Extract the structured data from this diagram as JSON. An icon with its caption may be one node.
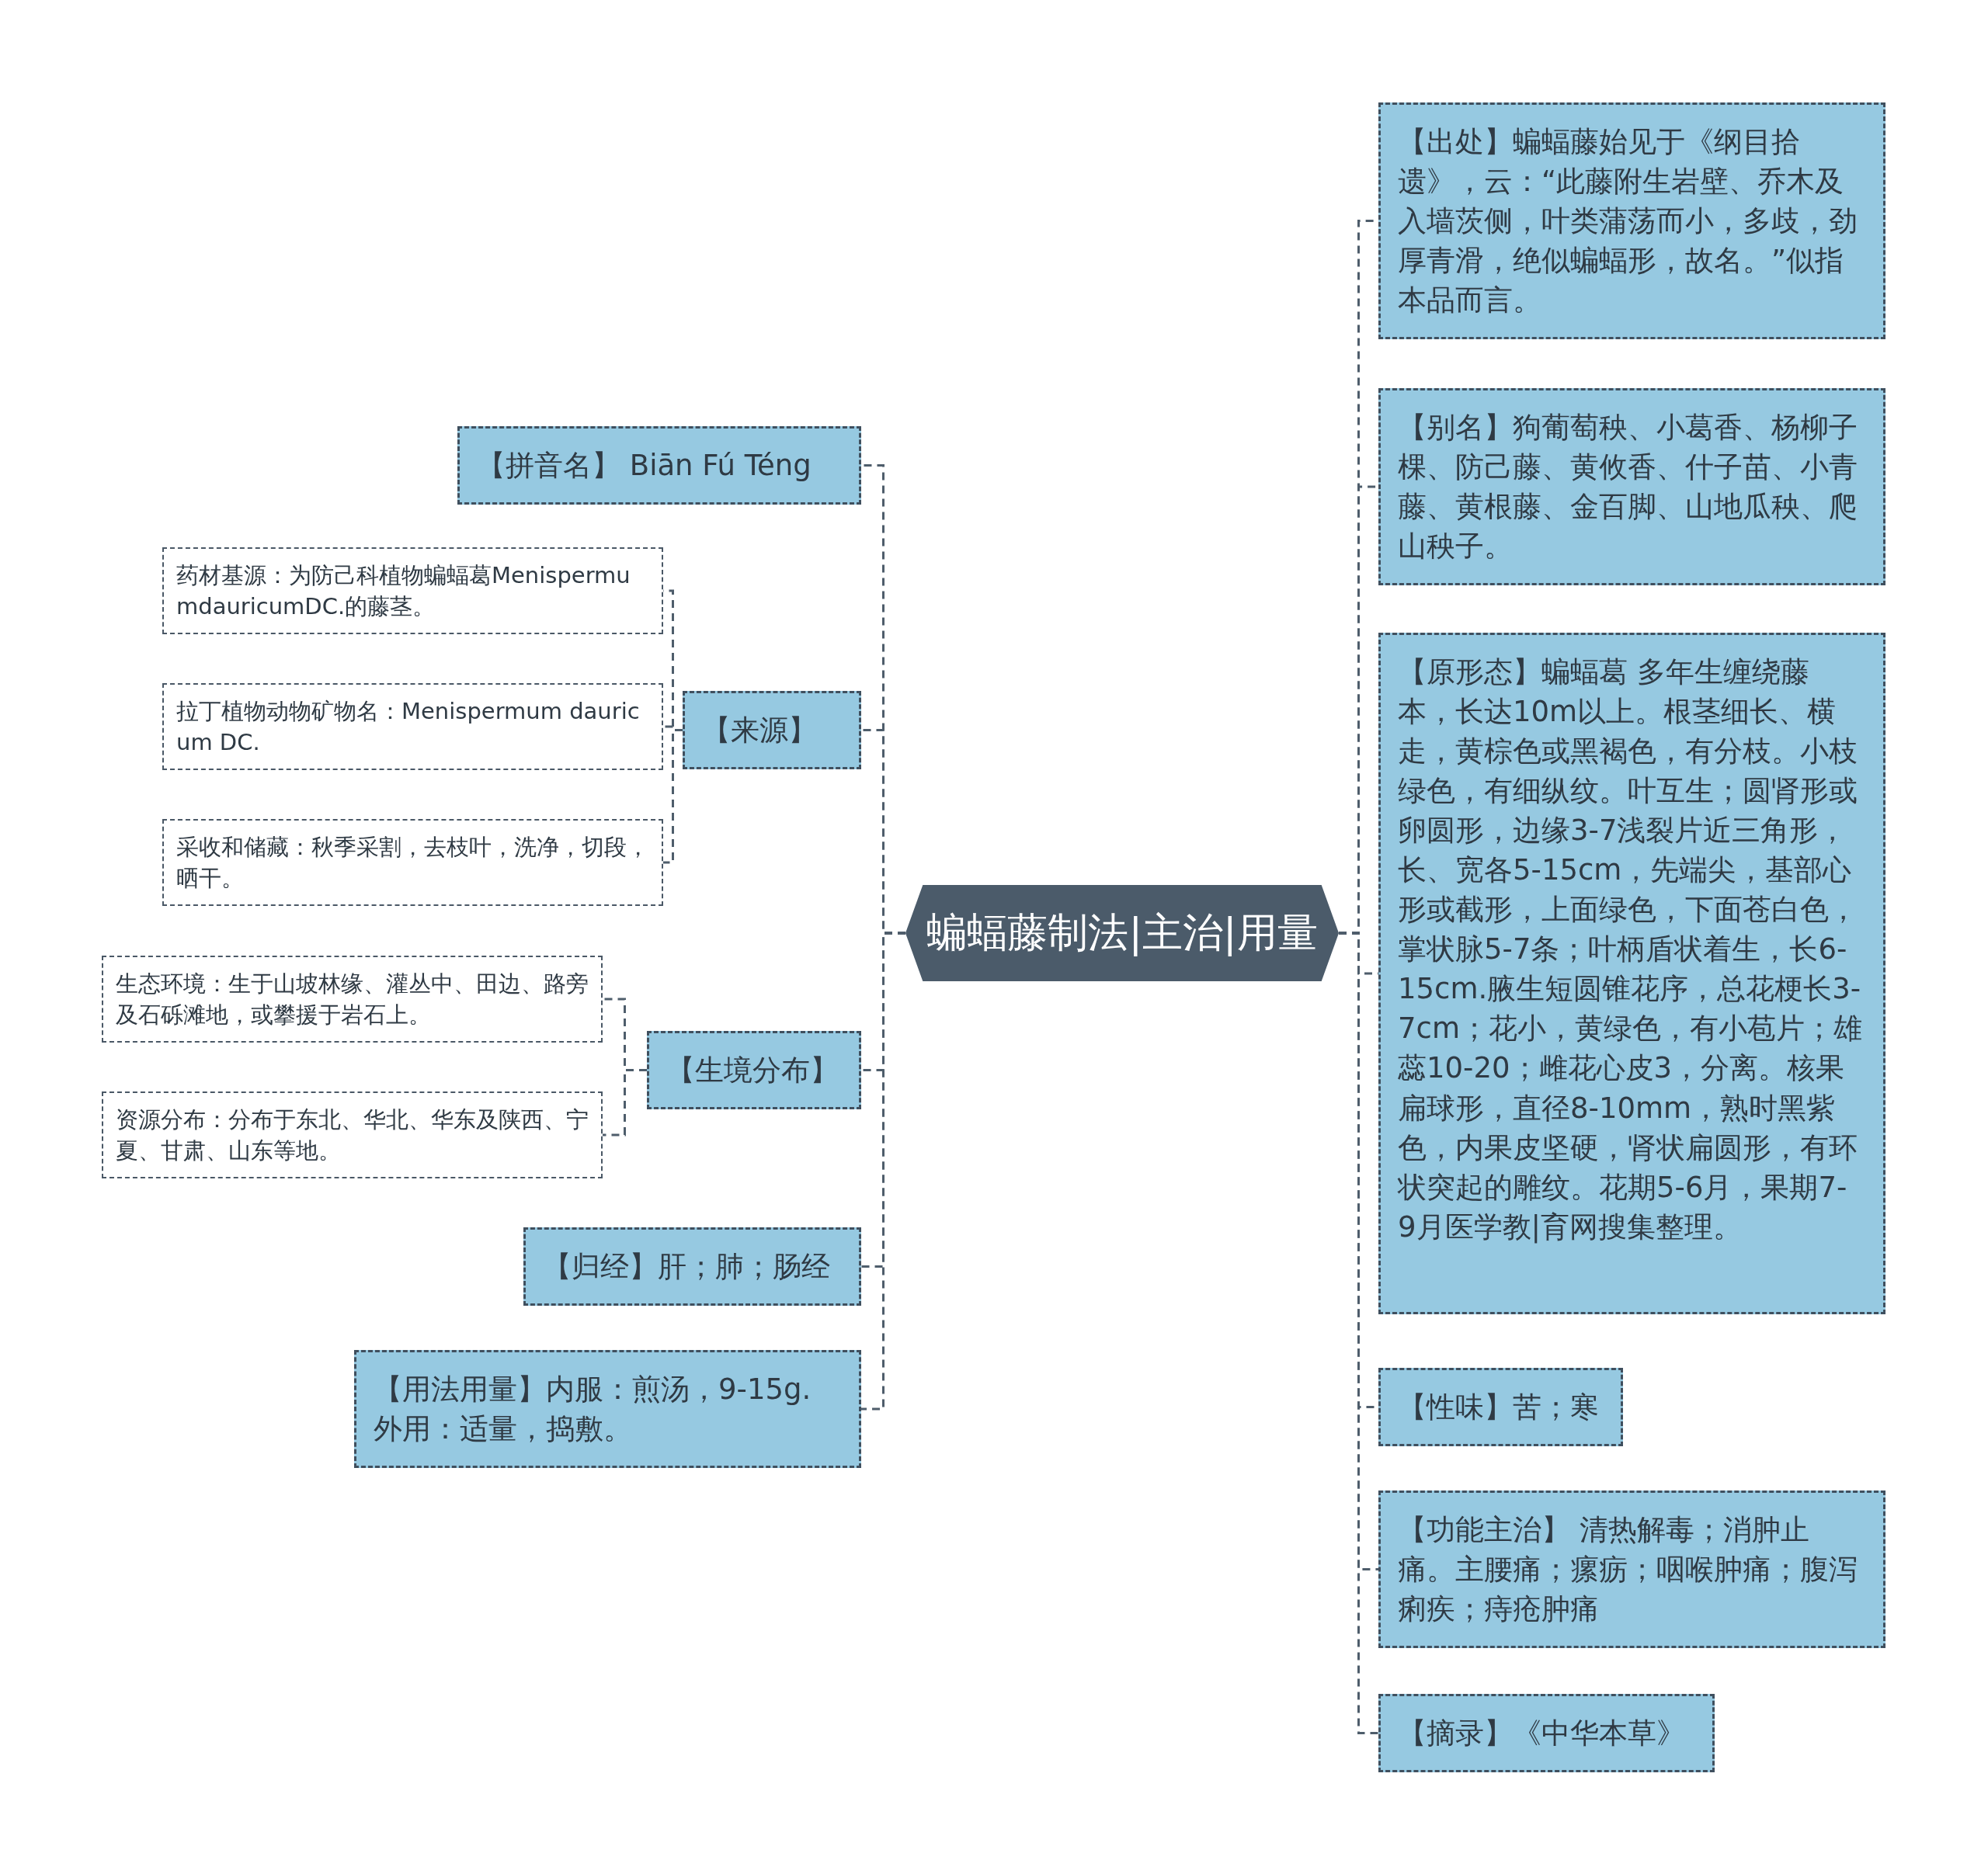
{
  "diagram": {
    "nodes": [
      {
        "text": [
          "蝙蝠藤制法|主治|用量"
        ]
      },
      {
        "text": [
          "【拼音名】 Biān Fú Téng"
        ]
      },
      {
        "text": [
          "【来源】"
        ]
      },
      {
        "text": [
          "药材基源：为防己科植物蝙蝠葛MenispermumdauricumDC.的藤茎。"
        ]
      },
      {
        "text": [
          "拉丁植物动物矿物名：Menispermum dauricum DC."
        ]
      },
      {
        "text": [
          "采收和储藏：秋季采割，去枝叶，洗净，切段，晒干。"
        ]
      },
      {
        "text": [
          "【生境分布】"
        ]
      },
      {
        "text": [
          "生态环境：生于山坡林缘、灌丛中、田边、路旁及石砾滩地，或攀援于岩石上。"
        ]
      },
      {
        "text": [
          "资源分布：分布于东北、华北、华东及陕西、宁夏、甘肃、山东等地。"
        ]
      },
      {
        "text": [
          "【归经】肝；肺；肠经"
        ]
      },
      {
        "text": [
          "【用法用量】内服：煎汤，9-15g. 外用：适量，捣敷。"
        ]
      },
      {
        "text": [
          "【出处】蝙蝠藤始见于《纲目拾遗》，云：“此藤附生岩壁、乔木及入墙茨侧，叶类蒲荡而小，多歧，劲厚青滑，绝似蝙蝠形，故名。”似指本品而言。"
        ]
      },
      {
        "text": [
          "【别名】狗葡萄秧、小葛香、杨柳子棵、防己藤、黄攸香、什子苗、小青藤、黄根藤、金百脚、山地瓜秧、爬山秧子。"
        ]
      },
      {
        "text": [
          "【原形态】蝙蝠葛 多年生缠绕藤本，长达10m以上。根茎细长、横走，黄棕色或黑褐色，有分枝。小枝绿色，有细纵纹。叶互生；圆肾形或卵圆形，边缘3-7浅裂片近三角形，长、宽各5-15cm，先端尖，基部心形或截形，上面绿色，下面苍白色，掌状脉5-7条；叶柄盾状着生，长6-15cm.腋生短圆锥花序，总花梗长3-7cm；花小，黄绿色，有小苞片；雄蕊10-20；雌花心皮3，分离。核果扁球形，直径8-10mm，熟时黑紫色，内果皮坚硬，肾状扁圆形，有环状突起的雕纹。花期5-6月，果期7-9月医学教|育网搜集整理。"
        ]
      },
      {
        "text": [
          "【性味】苦；寒"
        ]
      },
      {
        "text": [
          "【功能主治】 清热解毒；消肿止痛。主腰痛；瘰疬；咽喉肿痛；腹泻痢疾；痔疮肿痛"
        ]
      },
      {
        "text": [
          "【摘录】《中华本草》"
        ]
      }
    ],
    "edges": [
      {
        "from": 0,
        "to": 1,
        "arrow": "none"
      },
      {
        "from": 0,
        "to": 2,
        "arrow": "none"
      },
      {
        "from": 2,
        "to": 3,
        "arrow": "none"
      },
      {
        "from": 2,
        "to": 4,
        "arrow": "none"
      },
      {
        "from": 2,
        "to": 5,
        "arrow": "none"
      },
      {
        "from": 0,
        "to": 6,
        "arrow": "none"
      },
      {
        "from": 6,
        "to": 7,
        "arrow": "none"
      },
      {
        "from": 6,
        "to": 8,
        "arrow": "none"
      },
      {
        "from": 0,
        "to": 9,
        "arrow": "none"
      },
      {
        "from": 0,
        "to": 10,
        "arrow": "none"
      },
      {
        "from": 0,
        "to": 11,
        "arrow": "none"
      },
      {
        "from": 0,
        "to": 12,
        "arrow": "none"
      },
      {
        "from": 0,
        "to": 13,
        "arrow": "none"
      },
      {
        "from": 0,
        "to": 14,
        "arrow": "none"
      },
      {
        "from": 0,
        "to": 15,
        "arrow": "none"
      },
      {
        "from": 0,
        "to": 16,
        "arrow": "none"
      }
    ]
  }
}
